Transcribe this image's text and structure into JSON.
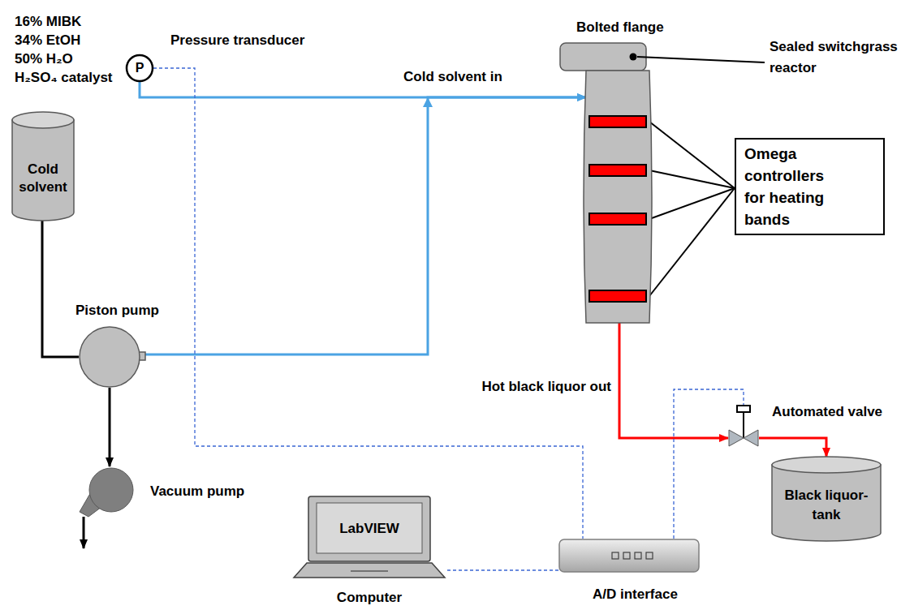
{
  "diagram": {
    "nodes": [
      {
        "text": [
          "Cold solvent"
        ]
      },
      {
        "text": [
          "P",
          "Pressure transducer"
        ]
      },
      {
        "text": [
          "Bolted flange",
          "Sealed switchgrass reactor"
        ]
      },
      {
        "text": [
          "Omega controllers for heating bands"
        ]
      },
      {
        "text": [
          "Piston pump"
        ]
      },
      {
        "text": [
          "Vacuum pump"
        ]
      },
      {
        "text": [
          "Automated valve"
        ]
      },
      {
        "text": [
          "Black liquor-tank"
        ]
      },
      {
        "text": [
          "LabVIEW",
          "Computer"
        ]
      },
      {
        "text": [
          "A/D interface"
        ]
      }
    ],
    "edges": [
      {
        "from": 1,
        "to": 2,
        "arrow": "to",
        "label": "Cold solvent in"
      },
      {
        "from": 4,
        "to": 2,
        "arrow": "to"
      },
      {
        "from": 0,
        "to": 4,
        "arrow": "none"
      },
      {
        "from": 4,
        "to": 5,
        "arrow": "to"
      },
      {
        "from": 2,
        "to": 6,
        "arrow": "to",
        "label": "Hot black liquor out"
      },
      {
        "from": 6,
        "to": 7,
        "arrow": "to"
      },
      {
        "from": 3,
        "to": 2,
        "arrow": "none"
      },
      {
        "from": 3,
        "to": 2,
        "arrow": "none"
      },
      {
        "from": 3,
        "to": 2,
        "arrow": "none"
      },
      {
        "from": 3,
        "to": 2,
        "arrow": "none"
      },
      {
        "from": 1,
        "to": 9,
        "arrow": "none"
      },
      {
        "from": 9,
        "to": 6,
        "arrow": "none"
      },
      {
        "from": 9,
        "to": 8,
        "arrow": "none"
      }
    ],
    "labels": [
      "16% MIBK",
      "34% EtOH",
      "50% H₂O",
      "H₂SO₄ catalyst"
    ]
  }
}
